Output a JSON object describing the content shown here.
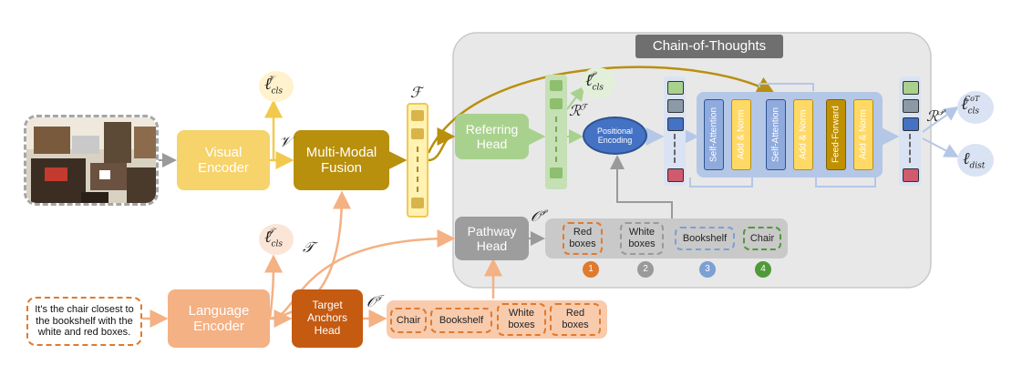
{
  "cot_panel": {
    "title": "Chain-of-Thoughts"
  },
  "modules": {
    "visual_encoder": "Visual\nEncoder",
    "multimodal_fusion": "Multi-Modal\nFusion",
    "referring_head": "Referring\nHead",
    "pathway_head": "Pathway\nHead",
    "language_encoder": "Language\nEncoder",
    "target_anchors_head": "Target\nAnchors\nHead",
    "positional_encoding": "Positional\nEncoding"
  },
  "transformer": {
    "self_attention_1": "Self-Attention",
    "add_norm_1": "Add & Norm",
    "self_attention_2": "Self-Attention",
    "add_norm_2": "Add & Norm",
    "feed_forward": "Feed-Forward",
    "add_norm_3": "Add & Norm"
  },
  "query_text": "It's the chair closest to the bookshelf with the white and red boxes.",
  "pathway_items": [
    {
      "label": "Red\nboxes",
      "step": "1",
      "color": "#e07a2e"
    },
    {
      "label": "White\nboxes",
      "step": "2",
      "color": "#9a9a9a"
    },
    {
      "label": "Bookshelf",
      "step": "3",
      "color": "#7c9fd4"
    },
    {
      "label": "Chair",
      "step": "4",
      "color": "#4f9a3a"
    }
  ],
  "anchor_items": [
    "Chair",
    "Bookshelf",
    "White\nboxes",
    "Red\nboxes"
  ],
  "symbols": {
    "l_cls_v": {
      "base": "ℓ",
      "sub": "cls",
      "sup": "𝒱"
    },
    "v": "𝒱",
    "f": "ℱ",
    "l_cls_p": {
      "base": "ℓ",
      "sub": "cls",
      "sup": "𝒫"
    },
    "r_f": {
      "base": "ℛ",
      "sup": "ℱ"
    },
    "l_cls_t": {
      "base": "ℓ",
      "sub": "cls",
      "sup": "𝒯"
    },
    "t": "𝒯",
    "o_p": {
      "base": "𝒪",
      "sup": "𝒫"
    },
    "o_t": {
      "base": "𝒪",
      "sup": "𝒯"
    },
    "r_p": {
      "base": "ℛ",
      "sup": "𝒫"
    },
    "l_cls_cot": {
      "base": "ℓ",
      "sub": "cls",
      "sup": "CoT"
    },
    "l_dist": {
      "base": "ℓ",
      "sub": "dist"
    }
  },
  "colors": {
    "visual": "#f6d36b",
    "fusion": "#b8900e",
    "referring": "#a9d18e",
    "pathway": "#9d9d9d",
    "language": "#f4b183",
    "target_anchors": "#c55a11",
    "transformer_block": "#b4c7e7",
    "attention": "#8faadc",
    "addnorm": "#ffd966",
    "feedforward": "#bf9000",
    "panel": "#e8e8e8"
  }
}
